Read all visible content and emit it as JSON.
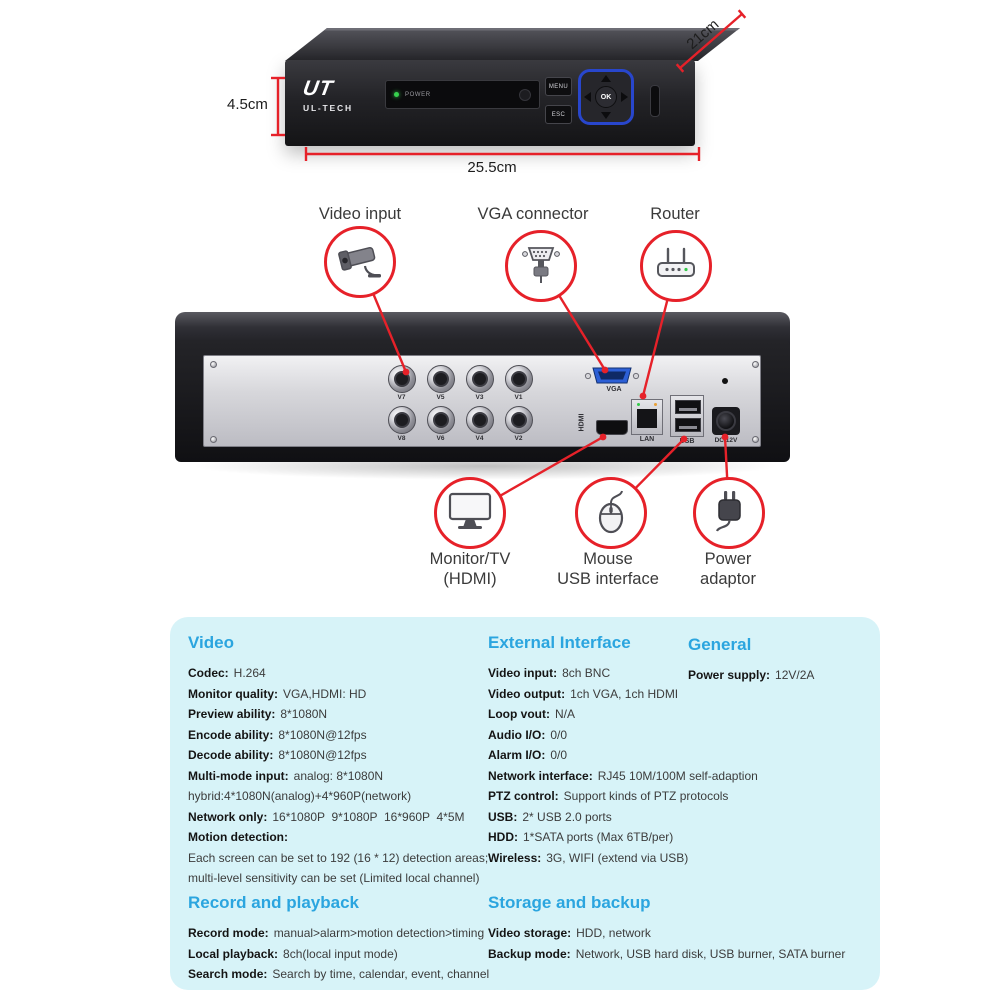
{
  "colors": {
    "accent_red": "#e62129",
    "heading_blue": "#2ba5df",
    "panel_bg": "#d7f3f8"
  },
  "dimensions": {
    "depth": "21cm",
    "height": "4.5cm",
    "width": "25.5cm"
  },
  "device_front": {
    "logo": "UT",
    "brand": "UL-TECH",
    "power_label": "POWER",
    "menu_button": "MENU",
    "esc_button": "ESC",
    "ok_button": "OK"
  },
  "device_rear": {
    "bnc_labels": [
      "V7",
      "V5",
      "V3",
      "V1",
      "V8",
      "V6",
      "V4",
      "V2"
    ],
    "hdmi_label": "HDMI",
    "vga_label": "VGA",
    "lan_label": "LAN",
    "usb_label": "USB",
    "dc_label": "DC 12V"
  },
  "callouts": {
    "top": [
      {
        "label": "Video input",
        "icon": "camera-icon"
      },
      {
        "label": "VGA connector",
        "icon": "vga-plug-icon"
      },
      {
        "label": "Router",
        "icon": "router-icon"
      }
    ],
    "bottom": [
      {
        "line1": "Monitor/TV",
        "line2": "(HDMI)",
        "icon": "monitor-icon"
      },
      {
        "line1": "Mouse",
        "line2": "USB interface",
        "icon": "mouse-icon"
      },
      {
        "line1": "Power",
        "line2": "adaptor",
        "icon": "power-adapter-icon"
      }
    ]
  },
  "specs": {
    "video": {
      "title": "Video",
      "rows": [
        {
          "l": "Codec:",
          "v": "H.264"
        },
        {
          "l": "Monitor quality:",
          "v": "VGA,HDMI: HD"
        },
        {
          "l": "Preview ability:",
          "v": "8*1080N"
        },
        {
          "l": "Encode ability:",
          "v": "8*1080N@12fps"
        },
        {
          "l": "Decode ability:",
          "v": "8*1080N@12fps"
        },
        {
          "l": "Multi-mode input:",
          "v": "analog: 8*1080N"
        },
        {
          "l": "",
          "v": "hybrid:4*1080N(analog)+4*960P(network)"
        },
        {
          "l": "Network only:",
          "v": "16*1080P  9*1080P  16*960P  4*5M"
        },
        {
          "l": "Motion detection:",
          "v": ""
        },
        {
          "l": "",
          "v": "Each screen can be set to 192 (16 * 12) detection areas;"
        },
        {
          "l": "",
          "v": "multi-level sensitivity can be set (Limited local channel)"
        }
      ]
    },
    "external": {
      "title": "External Interface",
      "rows": [
        {
          "l": "Video input:",
          "v": "8ch BNC"
        },
        {
          "l": "Video output:",
          "v": "1ch VGA, 1ch HDMI"
        },
        {
          "l": "Loop vout:",
          "v": "N/A"
        },
        {
          "l": "Audio I/O:",
          "v": "0/0"
        },
        {
          "l": "Alarm I/O:",
          "v": "0/0"
        },
        {
          "l": "Network interface:",
          "v": "RJ45 10M/100M self-adaption"
        },
        {
          "l": "PTZ control:",
          "v": "Support kinds of PTZ protocols"
        },
        {
          "l": "USB:",
          "v": "2* USB 2.0 ports"
        },
        {
          "l": "HDD:",
          "v": "1*SATA ports (Max 6TB/per)"
        },
        {
          "l": "Wireless:",
          "v": "3G, WIFI (extend via USB)"
        }
      ]
    },
    "general": {
      "title": "General",
      "rows": [
        {
          "l": "Power supply:",
          "v": "12V/2A"
        }
      ]
    },
    "record": {
      "title": "Record and playback",
      "rows": [
        {
          "l": "Record mode:",
          "v": "manual>alarm>motion detection>timing"
        },
        {
          "l": "Local playback:",
          "v": "8ch(local input mode)"
        },
        {
          "l": "Search mode:",
          "v": "Search by time, calendar, event, channel"
        }
      ]
    },
    "storage": {
      "title": "Storage and backup",
      "rows": [
        {
          "l": "Video storage:",
          "v": "HDD, network"
        },
        {
          "l": "Backup mode:",
          "v": "Network, USB hard disk, USB burner, SATA burner"
        }
      ]
    }
  }
}
